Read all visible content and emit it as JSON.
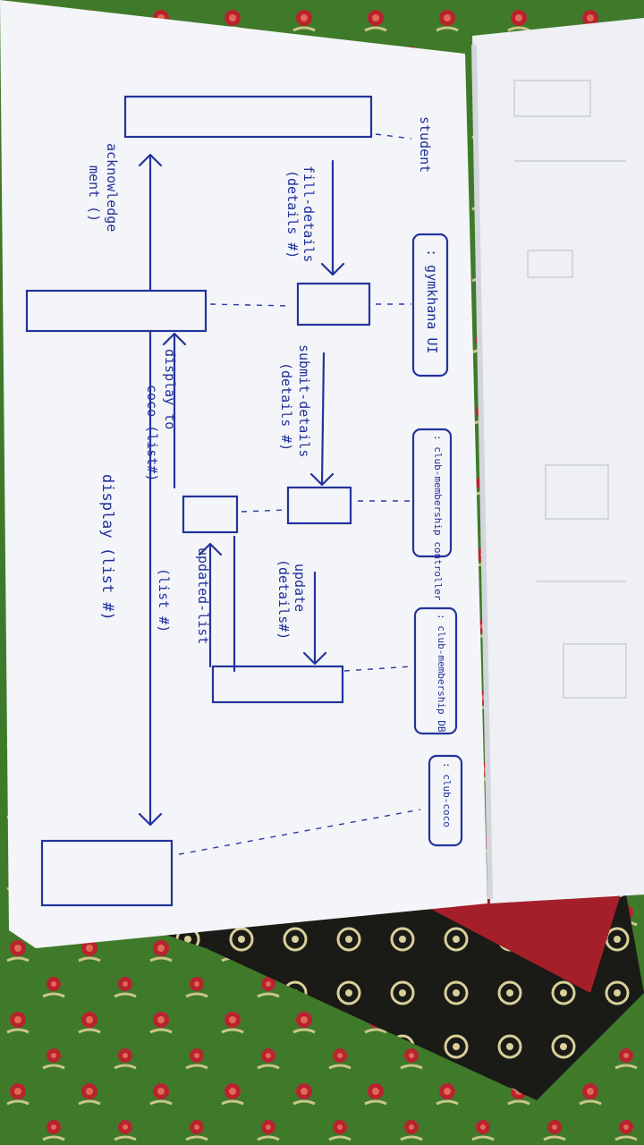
{
  "diagram": {
    "actor": "student",
    "lifelines": [
      ": gymkhana UI",
      ": club-membership controller",
      ": club-membership DB",
      ": club-coco"
    ],
    "messages": [
      "fill-details",
      "(details #)",
      "submit-details",
      "(details #)",
      "update",
      "(details#)",
      "updated-list",
      "(list #)",
      "display to",
      "coco (list#)",
      "acknowledge",
      "ment ()",
      "display (list #)"
    ]
  },
  "colors": {
    "ink": "#23339c",
    "paper": "#f4f5f8",
    "carpet_green": "#3f7a2a",
    "carpet_border": "#1a1a16",
    "carpet_red": "#b8232f"
  }
}
